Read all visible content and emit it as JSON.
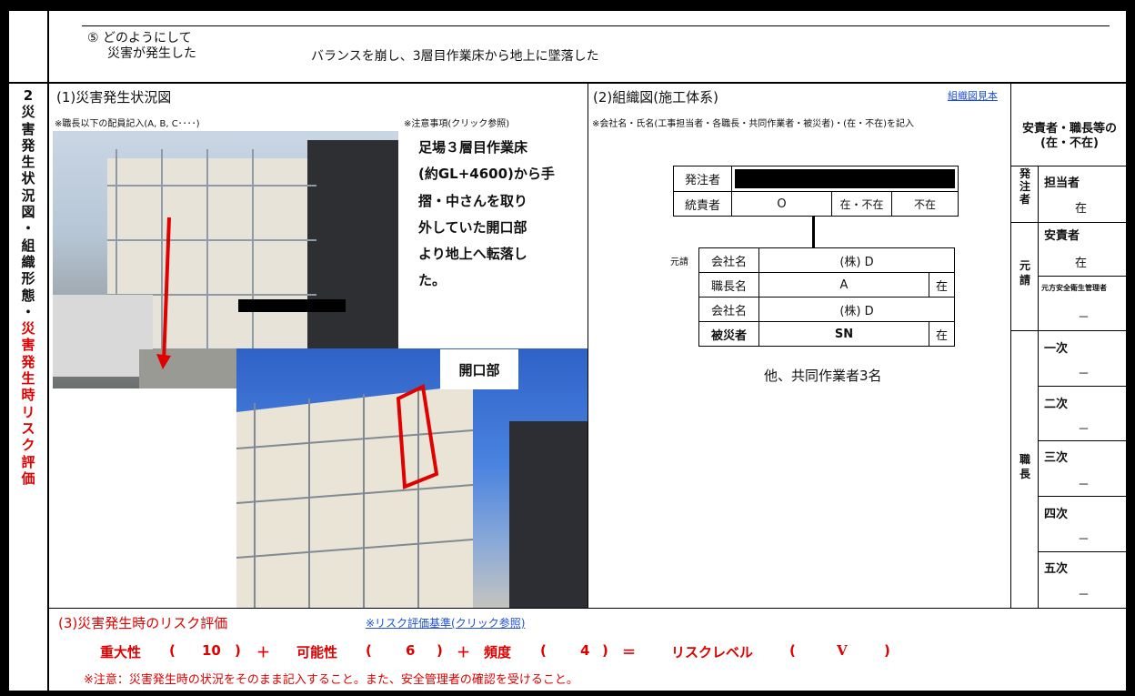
{
  "top": {
    "num_label": "⑤ どのようにして",
    "label2": "災害が発生した",
    "description": "バランスを崩し、3層目作業床から地上に墜落した"
  },
  "side_label": {
    "black_chars": [
      "2",
      "災",
      "害",
      "発",
      "生",
      "状",
      "況",
      "図",
      "・",
      "組",
      "織",
      "形",
      "態",
      "・"
    ],
    "red_chars": [
      "災",
      "害",
      "発",
      "生",
      "時",
      "リ",
      "ス",
      "ク",
      "評",
      "価"
    ]
  },
  "section1": {
    "title": "(1)災害発生状況図",
    "note_left": "※職長以下の配員記入(A, B, C････)",
    "note_right": "※注意事項(クリック参照)",
    "desc_lines": [
      "足場３層目作業床",
      "(約GL+4600)から手",
      "摺・中さんを取り",
      "外していた開口部",
      "より地上へ転落し",
      "た。"
    ],
    "opening_label": "開口部"
  },
  "section2": {
    "title": "(2)組織図(施工体系)",
    "sample_link": "組織図見本",
    "note": "※会社名・氏名(工事担当者・各職長・共同作業者・被災者)・(在・不在)を記入",
    "table1": {
      "row1_label": "発注者",
      "row2_label": "統責者",
      "row2_name": "O",
      "row2_status": "在・不在",
      "row2_status2": "不在"
    },
    "table2": {
      "side_label": "元請",
      "rows": [
        {
          "label": "会社名",
          "value": "(株) D",
          "status": ""
        },
        {
          "label": "職長名",
          "value": "A",
          "status": "在"
        },
        {
          "label": "会社名",
          "value": "(株) D",
          "status": ""
        },
        {
          "label": "被災者",
          "value": "SN",
          "status": "在"
        }
      ]
    },
    "footer": "他、共同作業者3名"
  },
  "right_panel": {
    "header": "安責者・職長等の(在・不在)",
    "hacchu_label": "発注者",
    "tantosha_label": "担当者",
    "tantosha_status": "在",
    "motouke_label": "元請",
    "ansekisha_label": "安責者",
    "ansekisha_status": "在",
    "motokata_label": "元方安全衛生管理者",
    "motokata_status": "－",
    "shokucho_label": "職長",
    "tiers": [
      {
        "label": "一次",
        "status": "－"
      },
      {
        "label": "二次",
        "status": "－"
      },
      {
        "label": "三次",
        "status": "－"
      },
      {
        "label": "四次",
        "status": "－"
      },
      {
        "label": "五次",
        "status": "－"
      }
    ]
  },
  "section3": {
    "title": "(3)災害発生時のリスク評価",
    "link": "※リスク評価基準(クリック参照)",
    "severity_label": "重大性",
    "severity": "10",
    "possibility_label": "可能性",
    "possibility": "6",
    "frequency_label": "頻度",
    "frequency": "4",
    "level_label": "リスクレベル",
    "level": "V",
    "notice": "※注意：災害発生時の状況をそのまま記入すること。また、安全管理者の確認を受けること。"
  }
}
